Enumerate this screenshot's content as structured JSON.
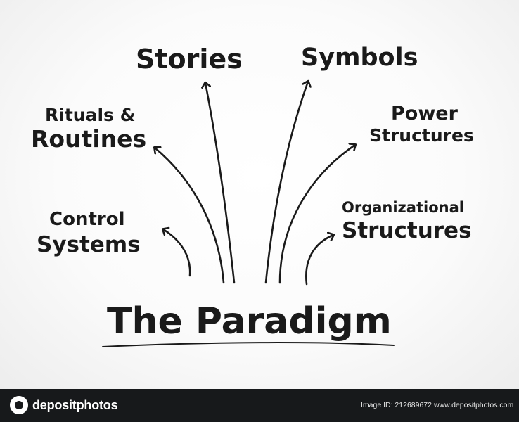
{
  "diagram": {
    "center": "The Paradigm",
    "nodes": {
      "stories": "Stories",
      "symbols": "Symbols",
      "rituals_line1": "Rituals &",
      "rituals_line2": "Routines",
      "power_line1": "Power",
      "power_line2": "Structures",
      "control_line1": "Control",
      "control_line2": "Systems",
      "org_line1": "Organizational",
      "org_line2": "Structures"
    }
  },
  "footer": {
    "logo_text": "depositphotos",
    "image_id": "Image ID: 212689672",
    "site": "www.depositphotos.com"
  },
  "colors": {
    "ink": "#1a1a1a",
    "footer_bg": "#17191b"
  }
}
